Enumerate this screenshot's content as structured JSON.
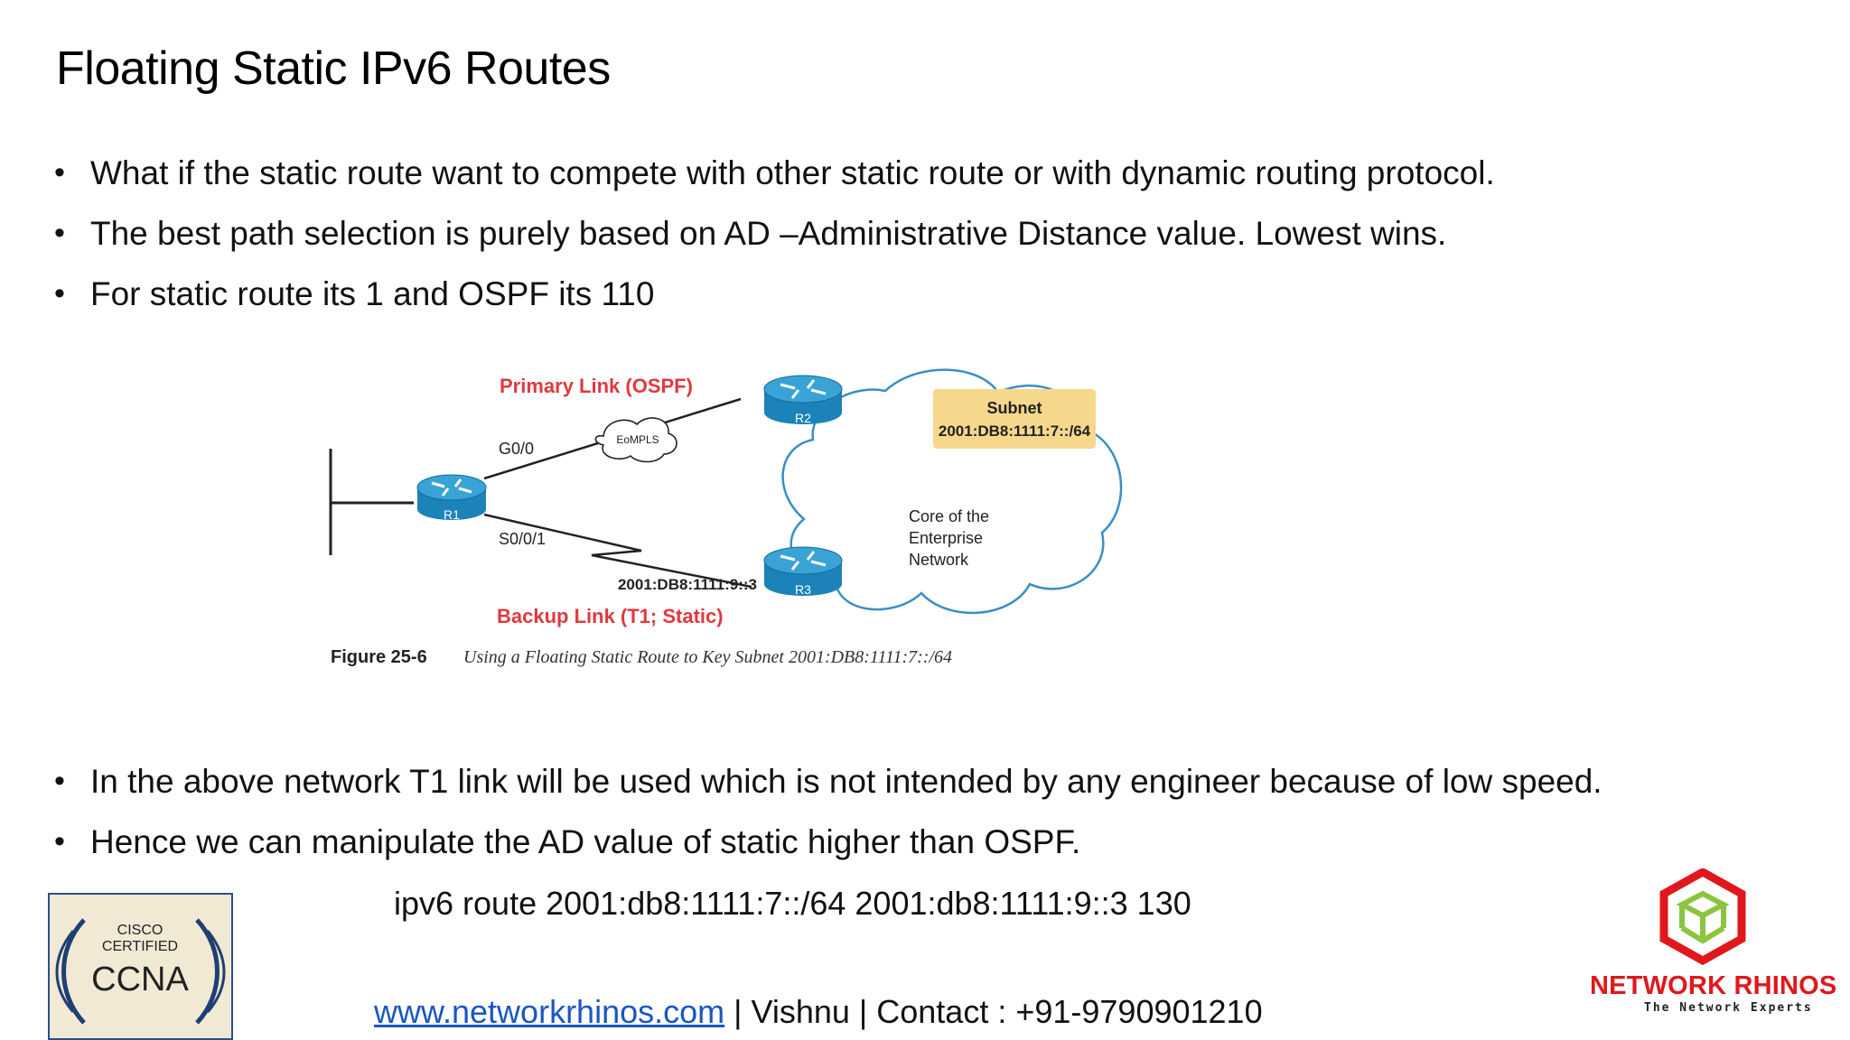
{
  "slide": {
    "title": "Floating Static IPv6 Routes",
    "bullets_top": [
      "What if the static route want to compete with other static route or with dynamic routing protocol.",
      "The best path selection is purely based on AD –Administrative Distance value. Lowest wins.",
      "For static route its 1 and OSPF its 110"
    ],
    "bullets_bottom": [
      "In the above network T1 link will be used which is not intended by any engineer because of low speed.",
      "Hence we can manipulate the AD value of static higher than OSPF."
    ],
    "bullet_glyph": "•",
    "command": "ipv6 route 2001:db8:1111:7::/64 2001:db8:1111:9::3 130"
  },
  "figure": {
    "primary_link_label": "Primary Link (OSPF)",
    "backup_link_label": "Backup Link (T1; Static)",
    "interface_g": "G0/0",
    "interface_s": "S0/0/1",
    "eompls": "EoMPLS",
    "r1": "R1",
    "r2": "R2",
    "r3": "R3",
    "backup_addr": "2001:DB8:1111:9::3",
    "subnet_title": "Subnet",
    "subnet_addr": "2001:DB8:1111:7::/64",
    "core_line1": "Core of the",
    "core_line2": "Enterprise",
    "core_line3": "Network",
    "caption_label": "Figure 25-6",
    "caption_text": "Using a Floating Static Route to Key Subnet 2001:DB8:1111:7::/64",
    "colors": {
      "label_red": "#e0393e",
      "router_blue": "#1b83b8",
      "cloud_blue": "#3a8fc4",
      "subnet_fill": "#f5d88c"
    }
  },
  "footer": {
    "link_text": "www.networkrhinos.com",
    "rest": " | Vishnu | Contact : +91-9790901210"
  },
  "badges": {
    "ccna_top1": "CISCO",
    "ccna_top2": "CERTIFIED",
    "ccna_main": "CCNA",
    "rhinos_name": "NETWORK RHINOS",
    "rhinos_tagline": "The Network Experts",
    "rhinos_colors": {
      "red": "#e0181c",
      "green": "#8bc53f"
    }
  }
}
